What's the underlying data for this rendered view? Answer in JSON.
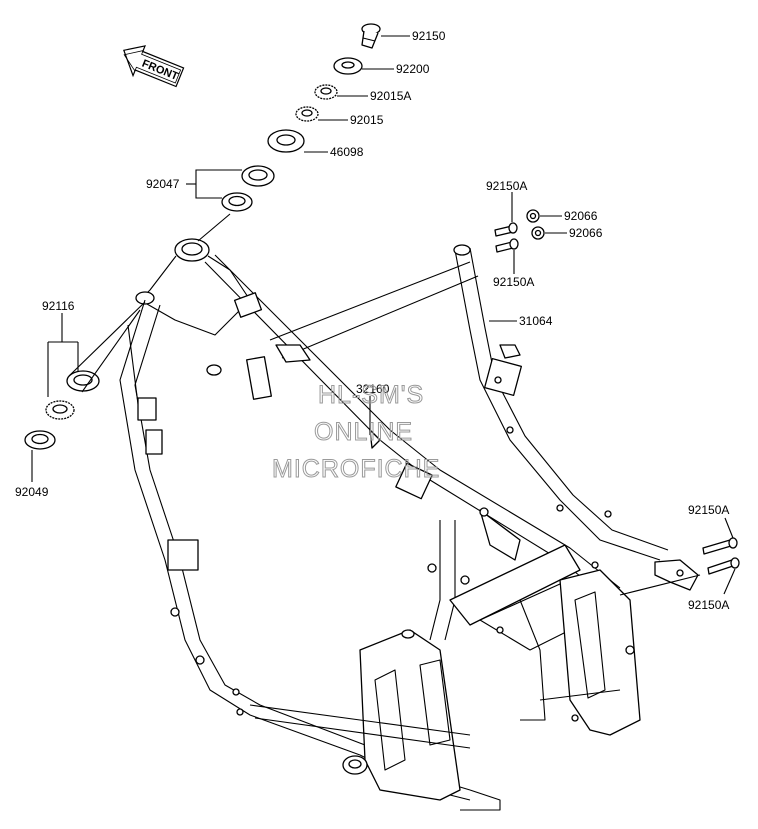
{
  "diagram": {
    "front_arrow": "FRONT",
    "watermark": [
      "HL-SM'S",
      "ONLINE",
      "MICROFICHE"
    ],
    "part_labels": {
      "p92150": "92150",
      "p92200": "92200",
      "p92015A": "92015A",
      "p92015": "92015",
      "p46098": "46098",
      "p92047": "92047",
      "p92116": "92116",
      "p92049": "92049",
      "p92150A_top": "92150A",
      "p92066_a": "92066",
      "p92066_b": "92066",
      "p92150A_mid": "92150A",
      "p31064": "31064",
      "p32160": "32160",
      "p92150A_r1": "92150A",
      "p92150A_r2": "92150A"
    }
  }
}
